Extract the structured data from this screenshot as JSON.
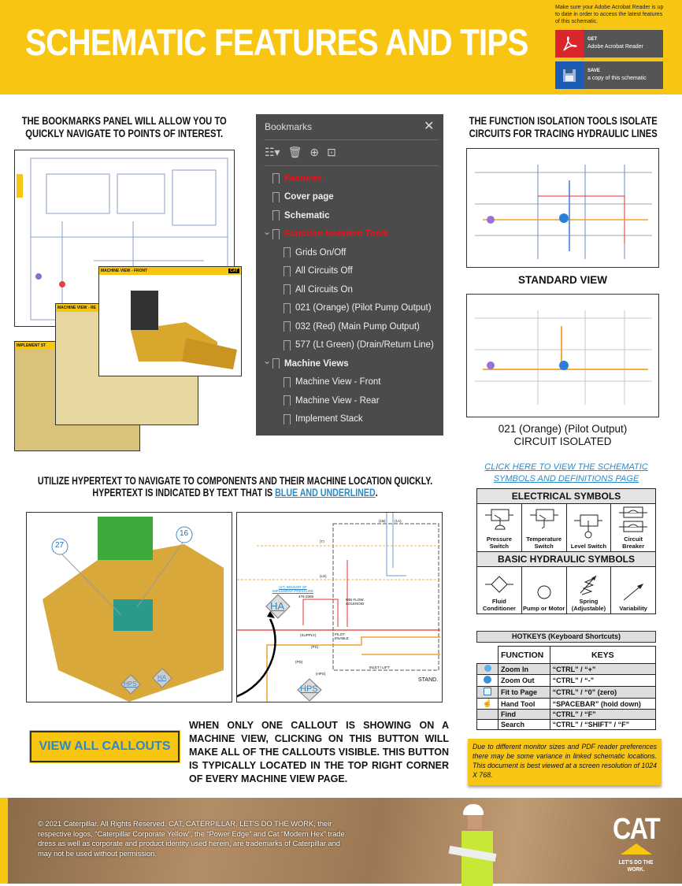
{
  "header": {
    "title": "SCHEMATIC FEATURES AND TIPS",
    "note": "Make sure your Adobe Acrobat Reader is up to date in order to access the latest features of this schematic.",
    "get_btn": {
      "small": "GET",
      "label": "Adobe Acrobat Reader",
      "icon": "adobe-pdf-icon"
    },
    "save_btn": {
      "small": "SAVE",
      "label": "a copy of this schematic",
      "icon": "floppy-disk-icon"
    }
  },
  "colors": {
    "brand_yellow": "#f8c513",
    "link_blue": "#2a8ac8",
    "panel_dark": "#4b4b4b",
    "bookmark_red": "#e8141a"
  },
  "bookmarks_section": {
    "heading": "THE BOOKMARKS PANEL WILL ALLOW YOU TO QUICKLY NAVIGATE TO POINTS OF INTEREST.",
    "collage": {
      "front": "MACHINE VIEW - FRONT",
      "rear": "MACHINE VIEW - RE",
      "implement": "IMPLEMENT ST"
    }
  },
  "bookmarks_panel": {
    "title": "Bookmarks",
    "items": [
      {
        "label": "Features",
        "style": "red",
        "level": 0
      },
      {
        "label": "Cover page",
        "style": "bold",
        "level": 0
      },
      {
        "label": "Schematic",
        "style": "bold",
        "level": 0
      },
      {
        "label": "Function Isolation Tools",
        "style": "red",
        "level": 0,
        "expanded": true
      },
      {
        "label": "Grids On/Off",
        "level": 1
      },
      {
        "label": "All Circuits Off",
        "level": 1
      },
      {
        "label": "All Circuits On",
        "level": 1
      },
      {
        "label": "021 (Orange) (Pilot Pump Output)",
        "level": 1
      },
      {
        "label": "032 (Red) (Main Pump Output)",
        "level": 1
      },
      {
        "label": "577 (Lt Green) (Drain/Return Line)",
        "level": 1
      },
      {
        "label": "Machine Views",
        "style": "bold",
        "level": 0,
        "expanded": true
      },
      {
        "label": "Machine View - Front",
        "level": 1
      },
      {
        "label": "Machine View - Rear",
        "level": 1
      },
      {
        "label": "Implement Stack",
        "level": 1
      }
    ]
  },
  "isolation": {
    "heading": "THE FUNCTION ISOLATION TOOLS ISOLATE CIRCUITS FOR TRACING HYDRAULIC LINES",
    "standard_label": "STANDARD VIEW",
    "isolated_label_1": "021 (Orange) (Pilot Output)",
    "isolated_label_2": "CIRCUIT ISOLATED"
  },
  "hypertext": {
    "heading": "UTILIZE HYPERTEXT TO NAVIGATE TO COMPONENTS AND THEIR MACHINE LOCATION QUICKLY. HYPERTEXT IS INDICATED BY TEXT THAT IS ",
    "heading_link": "BLUE AND UNDERLINED",
    "heading_end": ".",
    "machine": {
      "callout_a": "27",
      "callout_b": "16",
      "tag_hps": "HPS",
      "tag_ha": "HA"
    },
    "schematic": {
      "ha": "HA",
      "hps": "HPS",
      "sensor": "(27) SENSOR OF IMPLEMENT PRESSURE",
      "part": "476-3369",
      "min_flow": "MIN FLOW SOLENOID",
      "supply": "(SUPPLY)",
      "pilot": "PILOT ENABLE",
      "ps": "(PS)",
      "pd": "(PD)",
      "hps_port": "(HPS)",
      "inlet": "INLET / LIFT",
      "stand": "STAND.",
      "t": "(T)",
      "ls": "(LS)",
      "b1": "(1B)",
      "a1": "(1A)"
    }
  },
  "callouts": {
    "button": "VIEW ALL CALLOUTS",
    "text": "WHEN ONLY ONE CALLOUT IS SHOWING ON A MACHINE VIEW, CLICKING ON THIS BUTTON WILL MAKE ALL OF THE CALLOUTS VISIBLE. THIS BUTTON IS TYPICALLY LOCATED IN THE TOP RIGHT CORNER OF EVERY MACHINE VIEW PAGE."
  },
  "symbols": {
    "link": "CLICK HERE TO VIEW THE SCHEMATIC SYMBOLS AND DEFINITIONS PAGE",
    "electrical_title": "ELECTRICAL SYMBOLS",
    "electrical": [
      "Pressure Switch",
      "Temperature Switch",
      "Level Switch",
      "Circuit Breaker"
    ],
    "hydraulic_title": "BASIC HYDRAULIC SYMBOLS",
    "hydraulic": [
      "Fluid Conditioner",
      "Pump or Motor",
      "Spring (Adjustable)",
      "Variability"
    ]
  },
  "hotkeys": {
    "title": "HOTKEYS (Keyboard Shortcuts)",
    "col_function": "FUNCTION",
    "col_keys": "KEYS",
    "rows": [
      {
        "icon": "zoom-in-icon",
        "function": "Zoom In",
        "keys": "“CTRL” / “+”"
      },
      {
        "icon": "zoom-out-icon",
        "function": "Zoom Out",
        "keys": "“CTRL” / “-”"
      },
      {
        "icon": "fit-page-icon",
        "function": "Fit to Page",
        "keys": "“CTRL” / “0” (zero)"
      },
      {
        "icon": "hand-icon",
        "function": "Hand Tool",
        "keys": "“SPACEBAR” (hold down)"
      },
      {
        "icon": "",
        "function": "Find",
        "keys": "“CTRL” / “F”"
      },
      {
        "icon": "",
        "function": "Search",
        "keys": "“CTRL” / “SHIFT” / “F”"
      }
    ]
  },
  "note": "Due to different monitor sizes and PDF reader preferences there may be some variance in linked schematic locations. This document is best viewed at a screen resolution of 1024 X 768.",
  "footer": {
    "copyright": "© 2021 Caterpillar. All Rights Reserved. CAT, CATERPILLAR, LET'S DO THE WORK, their respective logos, “Caterpillar Corporate Yellow”, the “Power Edge” and Cat “Modern Hex” trade dress as well as corporate and product identity used herein, are trademarks of Caterpillar and may not be used without permission.",
    "logo": "CAT",
    "tagline": "LET'S DO THE WORK."
  }
}
